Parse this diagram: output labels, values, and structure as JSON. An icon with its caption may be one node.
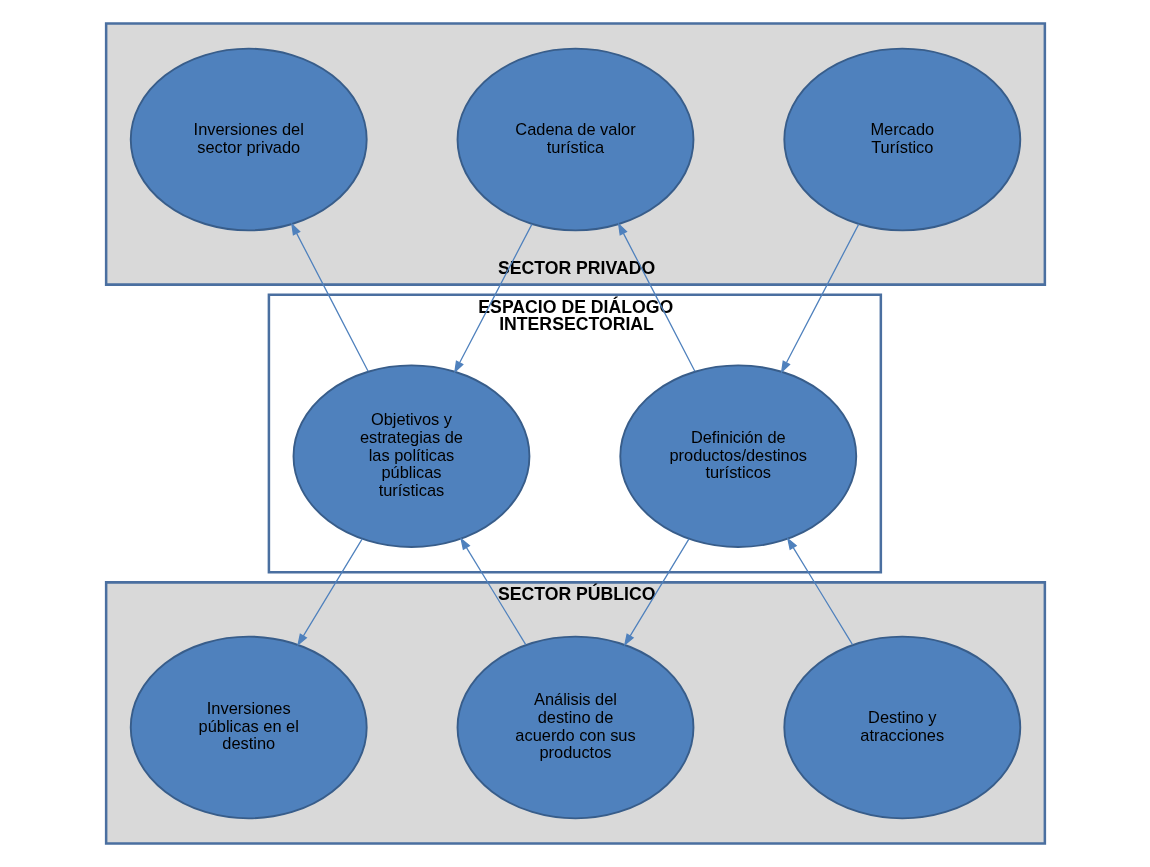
{
  "diagram": {
    "nodes": [
      {
        "text": [
          "SECTOR PRIVADO"
        ]
      },
      {
        "text": [
          "Mercado Turístico"
        ],
        "in": 0
      },
      {
        "text": [
          "Cadena de valor turística"
        ],
        "in": 0
      },
      {
        "text": [
          "Inversiones del sector privado"
        ],
        "in": 0
      },
      {
        "text": [
          "ESPACIO DE DIÁLOGO INTERSECTORIAL"
        ]
      },
      {
        "text": [
          "Definición de productos/destinos turísticos"
        ],
        "in": 4
      },
      {
        "text": [
          "Objetivos y estrategias de las políticas públicas turísticas"
        ],
        "in": 4
      },
      {
        "text": [
          "SECTOR PÚBLICO"
        ]
      },
      {
        "text": [
          "Destino y atracciones"
        ],
        "in": 7
      },
      {
        "text": [
          "Análisis del destino de acuerdo con sus productos"
        ],
        "in": 7
      },
      {
        "text": [
          "Inversiones públicas en el destino"
        ],
        "in": 7
      }
    ],
    "edges": [
      {
        "from": 1,
        "to": 5,
        "arrow": "to"
      },
      {
        "from": 5,
        "to": 2,
        "arrow": "to"
      },
      {
        "from": 2,
        "to": 6,
        "arrow": "to"
      },
      {
        "from": 6,
        "to": 3,
        "arrow": "to"
      },
      {
        "from": 8,
        "to": 5,
        "arrow": "to"
      },
      {
        "from": 5,
        "to": 9,
        "arrow": "to"
      },
      {
        "from": 9,
        "to": 6,
        "arrow": "to"
      },
      {
        "from": 6,
        "to": 10,
        "arrow": "to"
      }
    ]
  }
}
